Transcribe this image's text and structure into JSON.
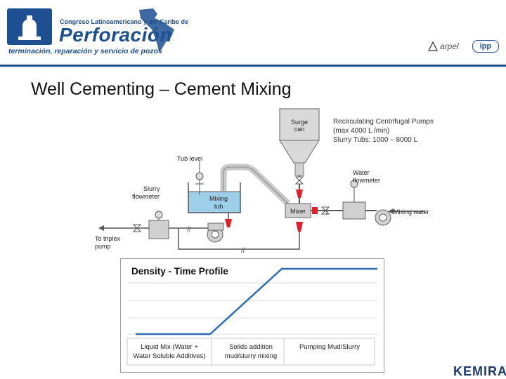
{
  "header": {
    "congress_line": "Congreso Latinoamericano y del Caribe de",
    "main_title": "Perforación",
    "tagline": "terminación, reparación y servicio de pozos",
    "sponsor1": "arpel",
    "sponsor2": "ipp"
  },
  "slide": {
    "title": "Well Cementing – Cement Mixing"
  },
  "note": {
    "line1": "Recirculating Centrifugal Pumps",
    "line2": "(max 4000 L /min)",
    "line3": "Slurry Tubs: 1000 – 8000 L"
  },
  "diagram": {
    "surge_can_line1": "Surge",
    "surge_can_line2": "can",
    "tub_level": "Tub level",
    "slurry_flowmeter_line1": "Slurry",
    "slurry_flowmeter_line2": "flowmeter",
    "mixing_tub_line1": "Mixing",
    "mixing_tub_line2": "tub",
    "water_flowmeter_line1": "Water",
    "water_flowmeter_line2": "flowmeter",
    "mixer": "Mixer",
    "mixing_water": "Mixing water",
    "to_triplex_line1": "To triplex",
    "to_triplex_line2": "pump"
  },
  "profile": {
    "title": "Density - Time Profile",
    "phase1_line1": "Liquid Mix  (Water +",
    "phase1_line2": "Water Soluble Additives)",
    "phase2_line1": "Solids addition",
    "phase2_line2": "mud/slurry mixing",
    "phase3": "Pumping Mud/Slurry",
    "line_color": "#2b6cb8"
  },
  "footer": {
    "brand": "KEMIRA"
  }
}
